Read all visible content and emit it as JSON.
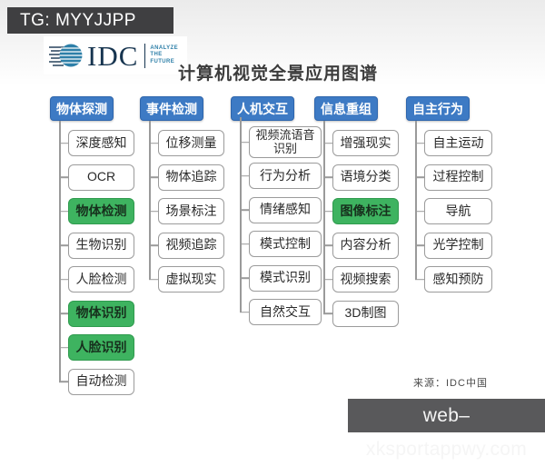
{
  "title": "计算机视觉全景应用图谱",
  "logo": {
    "text": "IDC",
    "tagline": "ANALYZE\nTHE\nFUTURE"
  },
  "source_note": "来源：IDC中国",
  "overlays": {
    "top_left_banner": "TG: MYYJJPP",
    "bottom_right_banner": "web–xksportappwy.com"
  },
  "colors": {
    "header_blue": "#3d7ac4",
    "highlight_green": "#3eb360",
    "green_border": "#2f9b4e",
    "box_border": "#9b9b9b",
    "connector_gray": "#9a9a9a",
    "banner_dark": "#3f3f41",
    "watermark_gray": "#59595b",
    "logo_navy": "#16344f",
    "logo_teal": "#2d7fa8"
  },
  "diagram": {
    "columns": [
      {
        "header": "物体探测",
        "items": [
          {
            "label": "深度感知"
          },
          {
            "label": "OCR"
          },
          {
            "label": "物体检测",
            "highlight": true
          },
          {
            "label": "生物识别"
          },
          {
            "label": "人脸检测"
          },
          {
            "label": "物体识别",
            "highlight": true
          },
          {
            "label": "人脸识别",
            "highlight": true
          },
          {
            "label": "自动检测"
          }
        ]
      },
      {
        "header": "事件检测",
        "items": [
          {
            "label": "位移测量"
          },
          {
            "label": "物体追踪"
          },
          {
            "label": "场景标注"
          },
          {
            "label": "视频追踪"
          },
          {
            "label": "虚拟现实"
          }
        ]
      },
      {
        "header": "人机交互",
        "items": [
          {
            "label": "视频流语音识别",
            "two_line": true
          },
          {
            "label": "行为分析"
          },
          {
            "label": "情绪感知"
          },
          {
            "label": "模式控制"
          },
          {
            "label": "模式识别"
          },
          {
            "label": "自然交互"
          }
        ]
      },
      {
        "header": "信息重组",
        "items": [
          {
            "label": "增强现实"
          },
          {
            "label": "语境分类"
          },
          {
            "label": "图像标注",
            "highlight": true
          },
          {
            "label": "内容分析"
          },
          {
            "label": "视频搜索"
          },
          {
            "label": "3D制图"
          }
        ]
      },
      {
        "header": "自主行为",
        "items": [
          {
            "label": "自主运动"
          },
          {
            "label": "过程控制"
          },
          {
            "label": "导航"
          },
          {
            "label": "光学控制"
          },
          {
            "label": "感知预防"
          }
        ]
      }
    ]
  }
}
